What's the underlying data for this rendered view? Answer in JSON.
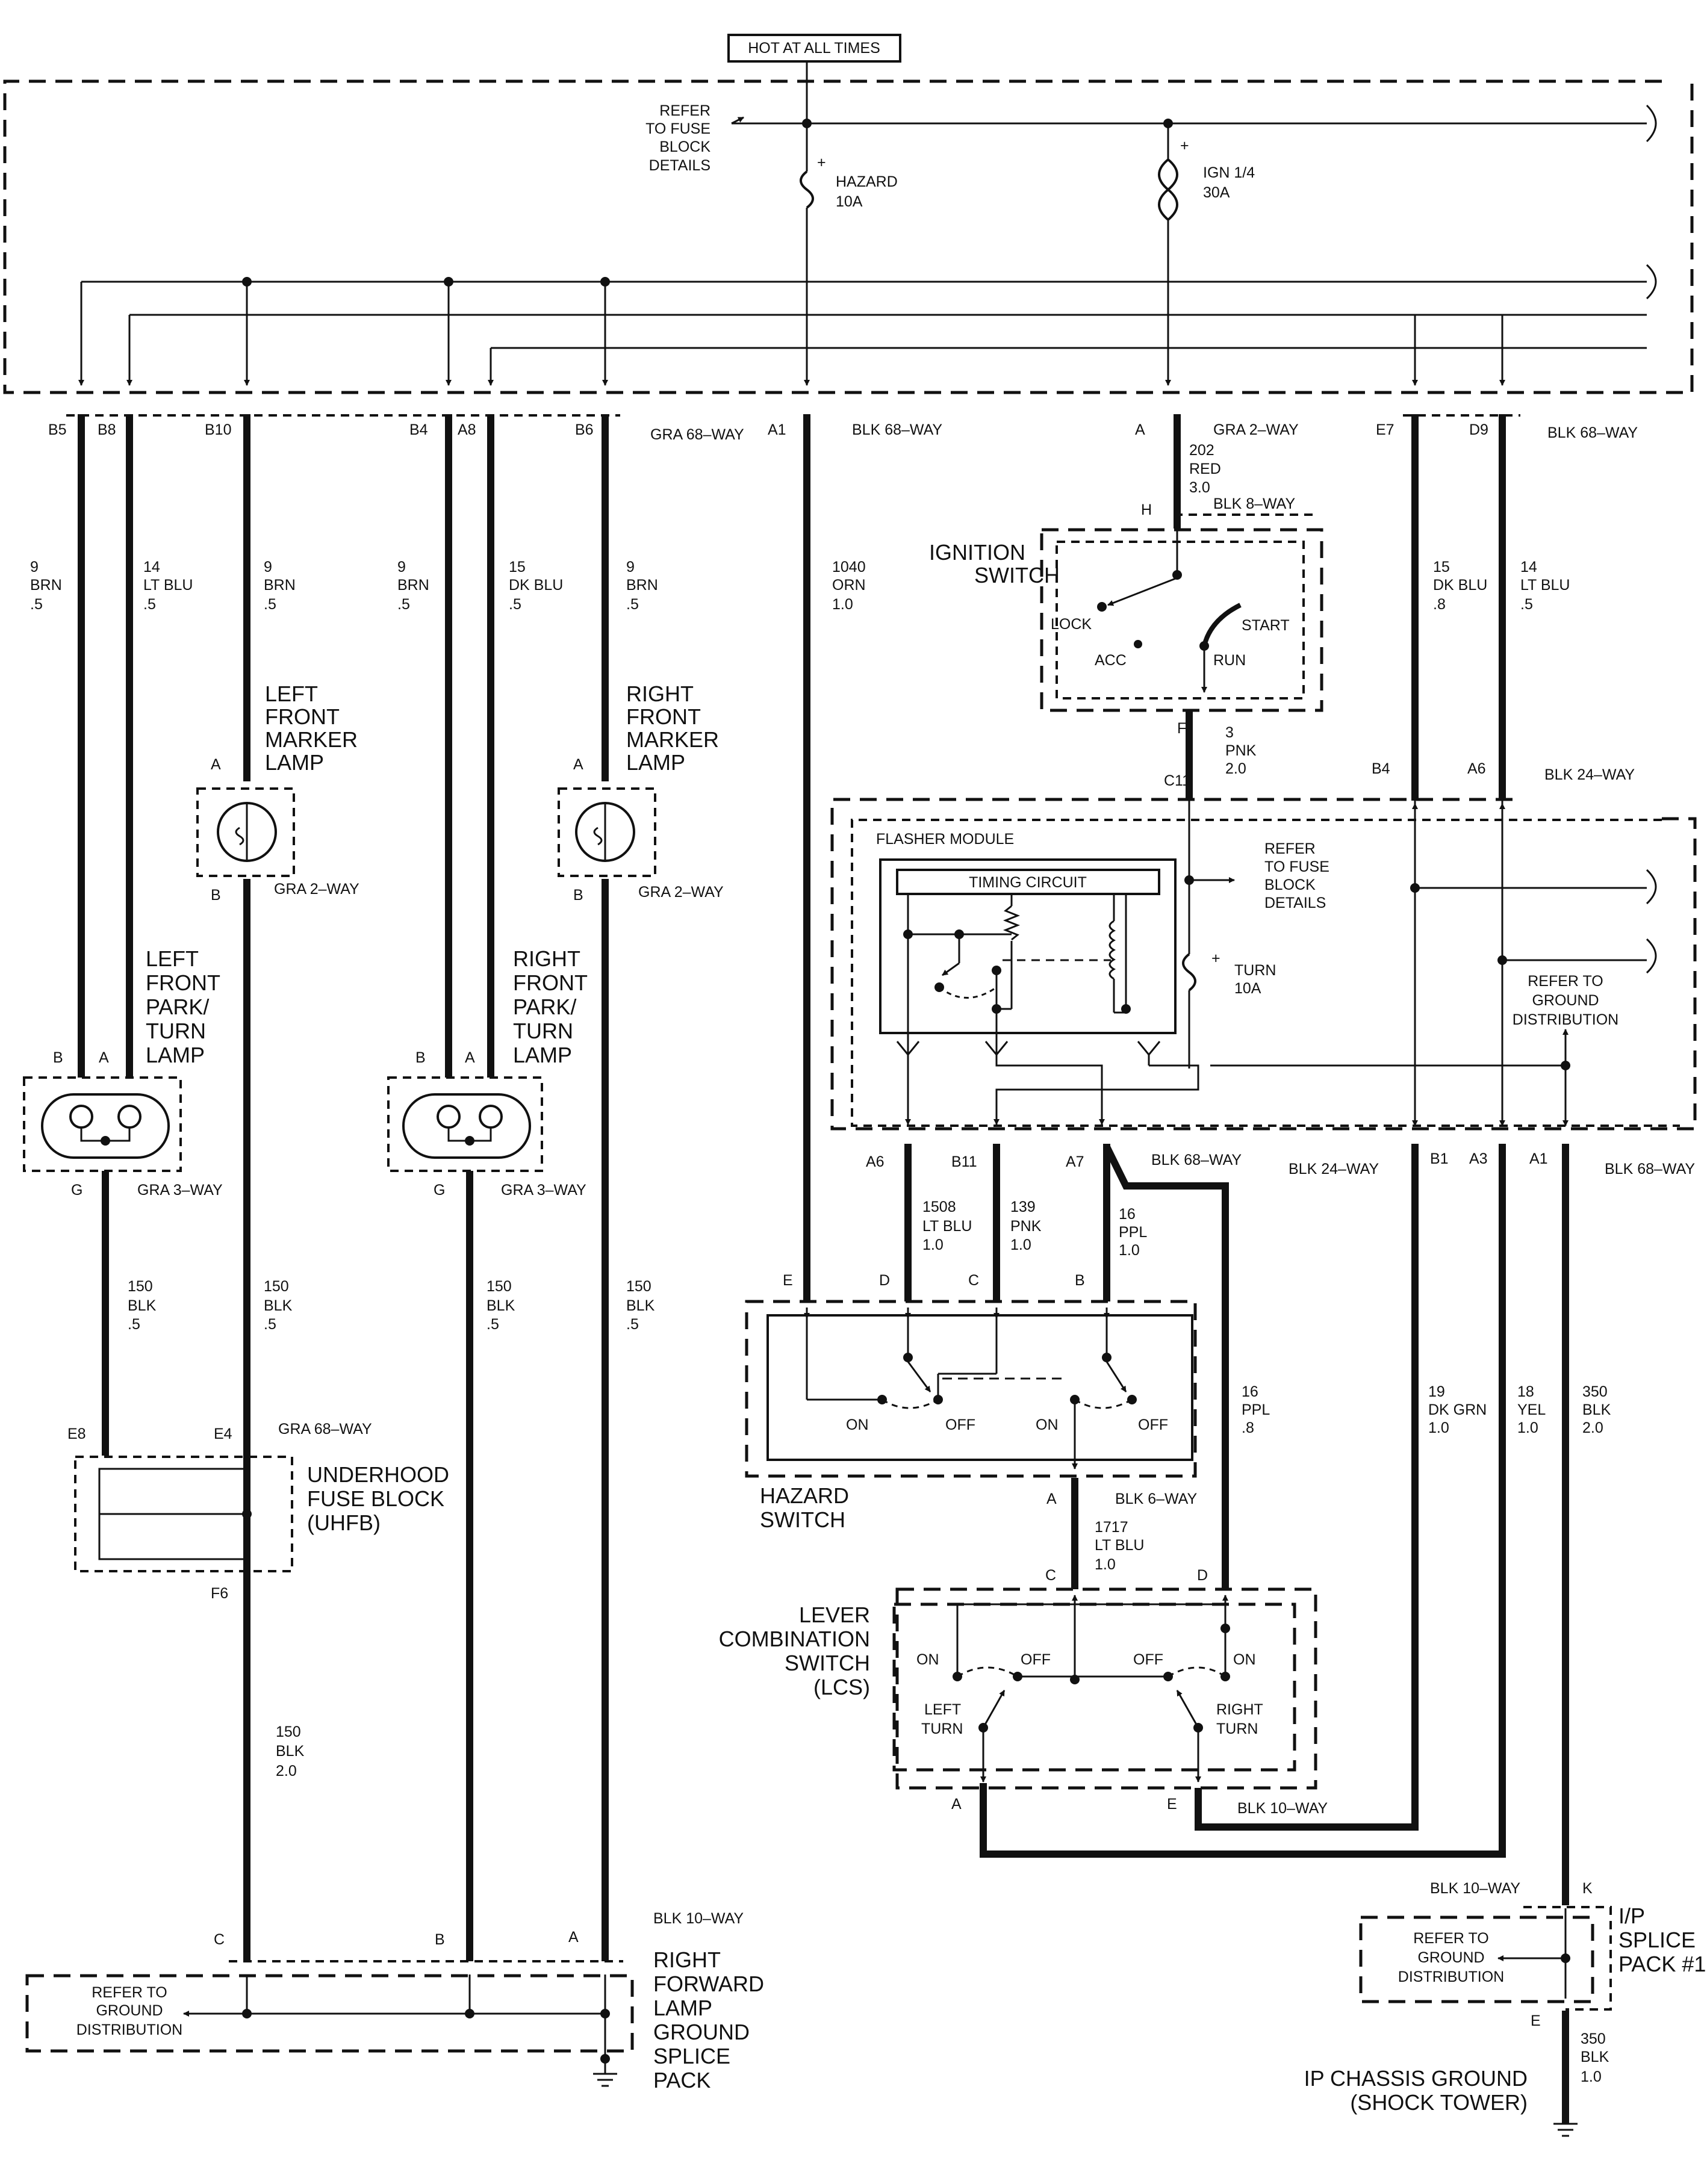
{
  "power": {
    "hot_label": "HOT AT ALL TIMES"
  },
  "fuse_block": {
    "refer_label": "REFER TO FUSE BLOCK DETAILS",
    "hazard_fuse_name": "HAZARD",
    "hazard_fuse_amps": "10A",
    "ign_fuse_name": "IGN 1/4",
    "ign_fuse_amps": "30A"
  },
  "connectors": {
    "blk68_a1": "BLK 68–WAY",
    "gra68": "GRA 68–WAY",
    "gra2_ign": "GRA 2–WAY",
    "blk68_d9": "BLK 68–WAY",
    "blk8": "BLK 8–WAY",
    "blk24_top": "BLK 24–WAY",
    "blk68_a7": "BLK 68–WAY",
    "blk24_b1": "BLK 24–WAY",
    "blk68_a1_right": "BLK 68–WAY",
    "gra2_left": "GRA 2–WAY",
    "gra2_right": "GRA 2–WAY",
    "gra3_left": "GRA 3–WAY",
    "gra3_right": "GRA 3–WAY",
    "gra68_uhfb": "GRA 68–WAY",
    "blk6": "BLK 6–WAY",
    "blk10_lcs": "BLK 10–WAY",
    "blk10_splice": "BLK 10–WAY",
    "blk10_ip": "BLK 10–WAY"
  },
  "pins": {
    "B5": "B5",
    "B8": "B8",
    "B10": "B10",
    "B4": "B4",
    "A8": "A8",
    "B6": "B6",
    "A1": "A1",
    "A": "A",
    "E7": "E7",
    "D9": "D9",
    "H": "H",
    "F": "F",
    "C11": "C11",
    "B4b": "B4",
    "A6": "A6",
    "B": "B",
    "G": "G",
    "E8": "E8",
    "E4": "E4",
    "F6": "F6",
    "C": "C",
    "D": "D",
    "E": "E",
    "B11": "B11",
    "A7": "A7",
    "B1": "B1",
    "A3": "A3",
    "K": "K"
  },
  "wires": {
    "w9_brn_a": [
      "9",
      "BRN",
      ".5"
    ],
    "w14_ltblu_a": [
      "14",
      "LT BLU",
      ".5"
    ],
    "w9_brn_b": [
      "9",
      "BRN",
      ".5"
    ],
    "w9_brn_c": [
      "9",
      "BRN",
      ".5"
    ],
    "w15_dkblu_a": [
      "15",
      "DK BLU",
      ".5"
    ],
    "w9_brn_d": [
      "9",
      "BRN",
      ".5"
    ],
    "w1040": [
      "1040",
      "ORN",
      "1.0"
    ],
    "w202": [
      "202",
      "RED",
      "3.0"
    ],
    "w15_dkblu_b": [
      "15",
      "DK BLU",
      ".8"
    ],
    "w14_ltblu_b": [
      "14",
      "LT BLU",
      ".5"
    ],
    "w3_pnk": [
      "3",
      "PNK",
      "2.0"
    ],
    "w150_a": [
      "150",
      "BLK",
      ".5"
    ],
    "w150_b": [
      "150",
      "BLK",
      ".5"
    ],
    "w150_c": [
      "150",
      "BLK",
      ".5"
    ],
    "w150_d": [
      "150",
      "BLK",
      ".5"
    ],
    "w150_e": [
      "150",
      "BLK",
      "2.0"
    ],
    "w1508": [
      "1508",
      "LT BLU",
      "1.0"
    ],
    "w139": [
      "139",
      "PNK",
      "1.0"
    ],
    "w16_a": [
      "16",
      "PPL",
      "1.0"
    ],
    "w16_b": [
      "16",
      "PPL",
      ".8"
    ],
    "w19": [
      "19",
      "DK GRN",
      "1.0"
    ],
    "w18": [
      "18",
      "YEL",
      "1.0"
    ],
    "w350_a": [
      "350",
      "BLK",
      "2.0"
    ],
    "w350_b": [
      "350",
      "BLK",
      "1.0"
    ],
    "w1717": [
      "1717",
      "LT BLU",
      "1.0"
    ]
  },
  "components": {
    "ignition_switch": [
      "IGNITION",
      "SWITCH"
    ],
    "ign_positions": {
      "lock": "LOCK",
      "acc": "ACC",
      "run": "RUN",
      "start": "START"
    },
    "lf_marker": [
      "LEFT",
      "FRONT",
      "MARKER",
      "LAMP"
    ],
    "rf_marker": [
      "RIGHT",
      "FRONT",
      "MARKER",
      "LAMP"
    ],
    "lf_park": [
      "LEFT",
      "FRONT",
      "PARK/",
      "TURN",
      "LAMP"
    ],
    "rf_park": [
      "RIGHT",
      "FRONT",
      "PARK/",
      "TURN",
      "LAMP"
    ],
    "flasher_module": "FLASHER MODULE",
    "timing_circuit": "TIMING CIRCUIT",
    "refer_fuse_flasher": [
      "REFER",
      "TO FUSE",
      "BLOCK",
      "DETAILS"
    ],
    "turn_fuse": [
      "TURN",
      "10A"
    ],
    "refer_ground_flasher": [
      "REFER TO",
      "GROUND",
      "DISTRIBUTION"
    ],
    "uhfb": [
      "UNDERHOOD",
      "FUSE BLOCK",
      "(UHFB)"
    ],
    "hazard_switch": [
      "HAZARD",
      "SWITCH"
    ],
    "hazard_positions": {
      "on1": "ON",
      "off1": "OFF",
      "on2": "ON",
      "off2": "OFF"
    },
    "lcs": [
      "LEVER",
      "COMBINATION",
      "SWITCH",
      "(LCS)"
    ],
    "lcs_positions": {
      "on_l": "ON",
      "off_l": "OFF",
      "off_r": "OFF",
      "on_r": "ON",
      "left_turn": [
        "LEFT",
        "TURN"
      ],
      "right_turn": [
        "RIGHT",
        "TURN"
      ]
    },
    "ground_splice": [
      "RIGHT",
      "FORWARD",
      "LAMP",
      "GROUND",
      "SPLICE",
      "PACK"
    ],
    "refer_ground_splice": [
      "REFER TO",
      "GROUND",
      "DISTRIBUTION"
    ],
    "ip_splice": [
      "I/P",
      "SPLICE",
      "PACK #1"
    ],
    "refer_ground_ip": [
      "REFER TO",
      "GROUND",
      "DISTRIBUTION"
    ],
    "ip_ground": [
      "IP CHASSIS GROUND",
      "(SHOCK TOWER)"
    ]
  }
}
